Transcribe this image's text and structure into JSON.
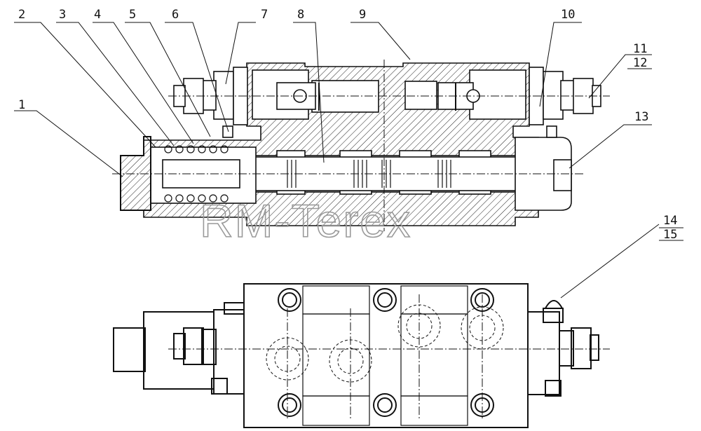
{
  "diagram": {
    "part_labels": [
      {
        "id": "1",
        "text": "1"
      },
      {
        "id": "2",
        "text": "2"
      },
      {
        "id": "3",
        "text": "3"
      },
      {
        "id": "4",
        "text": "4"
      },
      {
        "id": "5",
        "text": "5"
      },
      {
        "id": "6",
        "text": "6"
      },
      {
        "id": "7",
        "text": "7"
      },
      {
        "id": "8",
        "text": "8"
      },
      {
        "id": "9",
        "text": "9"
      },
      {
        "id": "10",
        "text": "10"
      },
      {
        "id": "11",
        "text": "11"
      },
      {
        "id": "12",
        "text": "12"
      },
      {
        "id": "13",
        "text": "13"
      },
      {
        "id": "14",
        "text": "14"
      },
      {
        "id": "15",
        "text": "15"
      }
    ],
    "watermark": "RM-Terex"
  }
}
